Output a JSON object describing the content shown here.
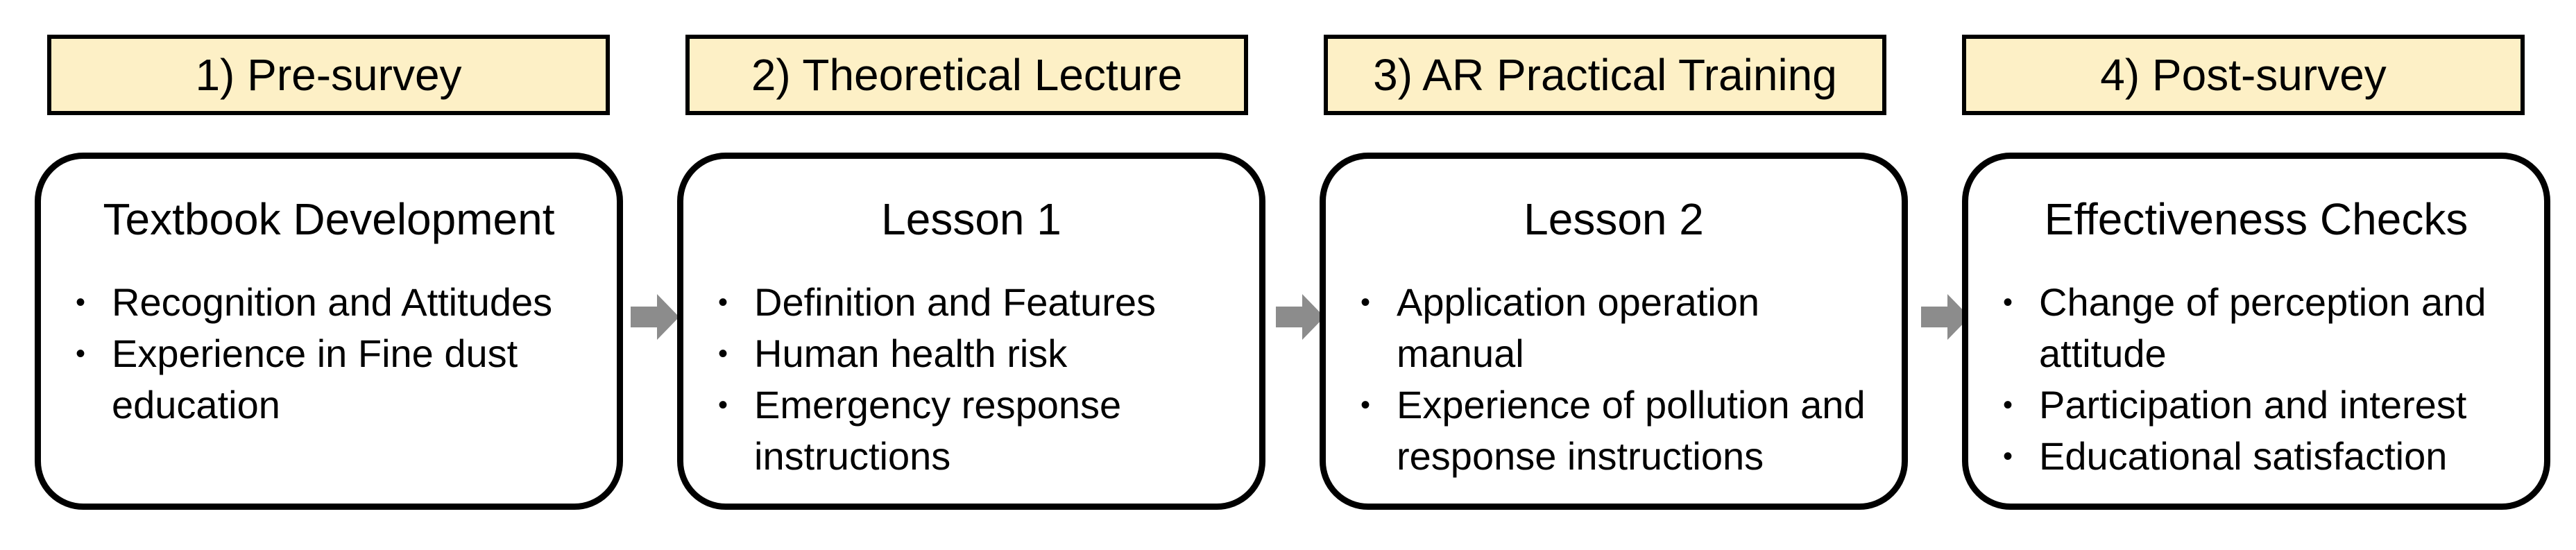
{
  "stages": [
    {
      "header": "1) Pre-survey",
      "title": "Textbook Development",
      "items": [
        "Recognition and Attitudes",
        "Experience in Fine dust education"
      ]
    },
    {
      "header": "2) Theoretical Lecture",
      "title": "Lesson 1",
      "items": [
        "Definition and Features",
        "Human health risk",
        "Emergency response instructions"
      ]
    },
    {
      "header": "3) AR Practical Training",
      "title": "Lesson 2",
      "items": [
        "Application operation manual",
        "Experience of pollution and response instructions"
      ]
    },
    {
      "header": "4) Post-survey",
      "title": "Effectiveness Checks",
      "items": [
        "Change of perception and attitude",
        "Participation and interest",
        "Educational satisfaction"
      ]
    }
  ],
  "bullet_symbol": "•",
  "colors": {
    "header_fill": "#fdf0c6",
    "arrow": "#8c8c8c",
    "border": "#000000"
  }
}
